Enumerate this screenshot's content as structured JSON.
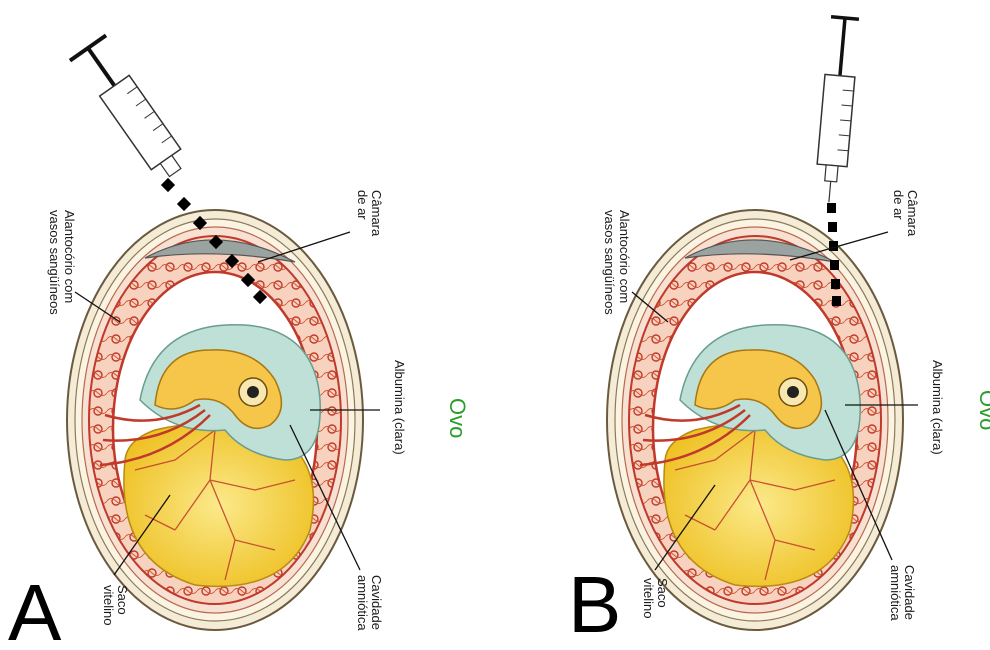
{
  "panels": [
    {
      "letter": "A",
      "labels": {
        "air_chamber_1": "Câmara",
        "air_chamber_2": "de ar",
        "allantochorion_1": "Alantocório com",
        "allantochorion_2": "vasos sangüíneos",
        "albumen": "Albumina (clara)",
        "yolk_sac_1": "Saco",
        "yolk_sac_2": "vitelino",
        "amniotic_1": "Cavidade",
        "amniotic_2": "amniótica"
      },
      "caption": "Ovo"
    },
    {
      "letter": "B",
      "labels": {
        "air_chamber_1": "Câmara",
        "air_chamber_2": "de ar",
        "allantochorion_1": "Alantocório com",
        "allantochorion_2": "vasos sangüíneos",
        "albumen": "Albumina (clara)",
        "yolk_sac_1": "Saco",
        "yolk_sac_2": "vitelino",
        "amniotic_1": "Cavidade",
        "amniotic_2": "amniótica"
      },
      "caption": "Ovo"
    }
  ],
  "colors": {
    "caption": "#2a9d2a",
    "shell": "#f3ead6",
    "membrane": "#d9836a",
    "vessels": "#c0392b",
    "yolk": "#f2d23c",
    "embryo": "#f5c64a",
    "amnion": "#bfe0d6",
    "air": "#9aa3a0"
  }
}
